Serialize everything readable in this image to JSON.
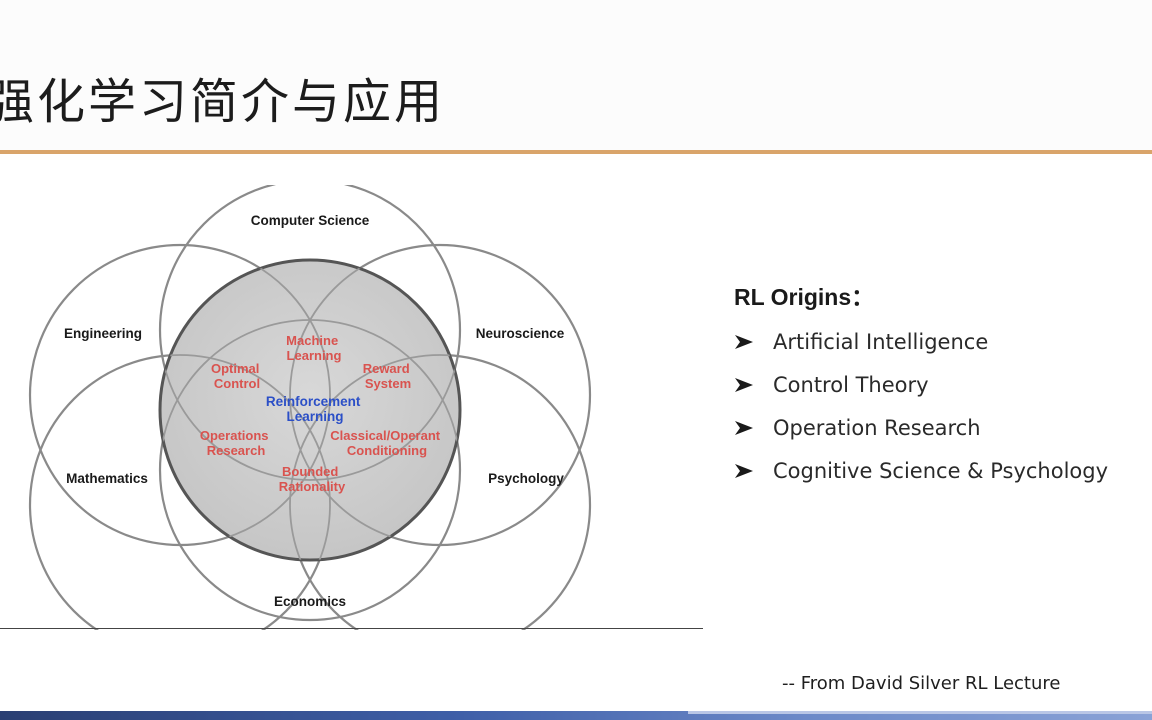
{
  "slide": {
    "title": "强化学习简介与应用",
    "source": "-- From David Silver RL Lecture"
  },
  "diagram": {
    "outer_labels": {
      "computer_science": "Computer Science",
      "engineering": "Engineering",
      "neuroscience": "Neuroscience",
      "mathematics": "Mathematics",
      "psychology": "Psychology",
      "economics": "Economics"
    },
    "inner_labels": {
      "machine_learning": [
        "Machine",
        "Learning"
      ],
      "optimal_control": [
        "Optimal",
        "Control"
      ],
      "reward_system": [
        "Reward",
        "System"
      ],
      "reinforcement_learning": [
        "Reinforcement",
        "Learning"
      ],
      "operations_research": [
        "Operations",
        "Research"
      ],
      "classical_conditioning": [
        "Classical/Operant",
        "Conditioning"
      ],
      "bounded_rationality": [
        "Bounded",
        "Rationality"
      ]
    },
    "colors": {
      "circle_stroke": "#8a8a8a",
      "center_fill": "#cfcfcf",
      "center_stroke": "#555555",
      "outer_label": "#1a1a1a",
      "inner_label": "#d9534f",
      "center_label": "#2b4fc7"
    }
  },
  "origins": {
    "heading": "RL Origins：",
    "items": [
      "Artificial Intelligence",
      "Control Theory",
      "Operation Research",
      "Cognitive Science & Psychology"
    ]
  }
}
